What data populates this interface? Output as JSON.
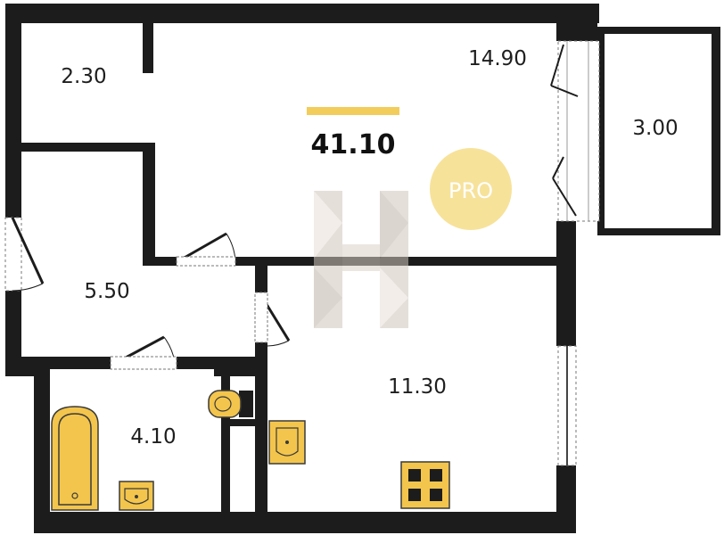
{
  "plan": {
    "total_area": "41.10",
    "badge": "PRO",
    "rooms": {
      "hall": "2.30",
      "living": "14.90",
      "balcony": "3.00",
      "corridor": "5.50",
      "bedroom": "11.30",
      "bathroom": "4.10"
    }
  },
  "colors": {
    "wall": "#1c1c1c",
    "accent": "#f2cd5c",
    "fixture": "#f3c54c",
    "badge": "#f7e29a",
    "watermark": "#d8cec4"
  },
  "icons": [
    "bathtub-icon",
    "sink-icon",
    "toilet-icon",
    "stove-icon",
    "logo-watermark-icon"
  ]
}
